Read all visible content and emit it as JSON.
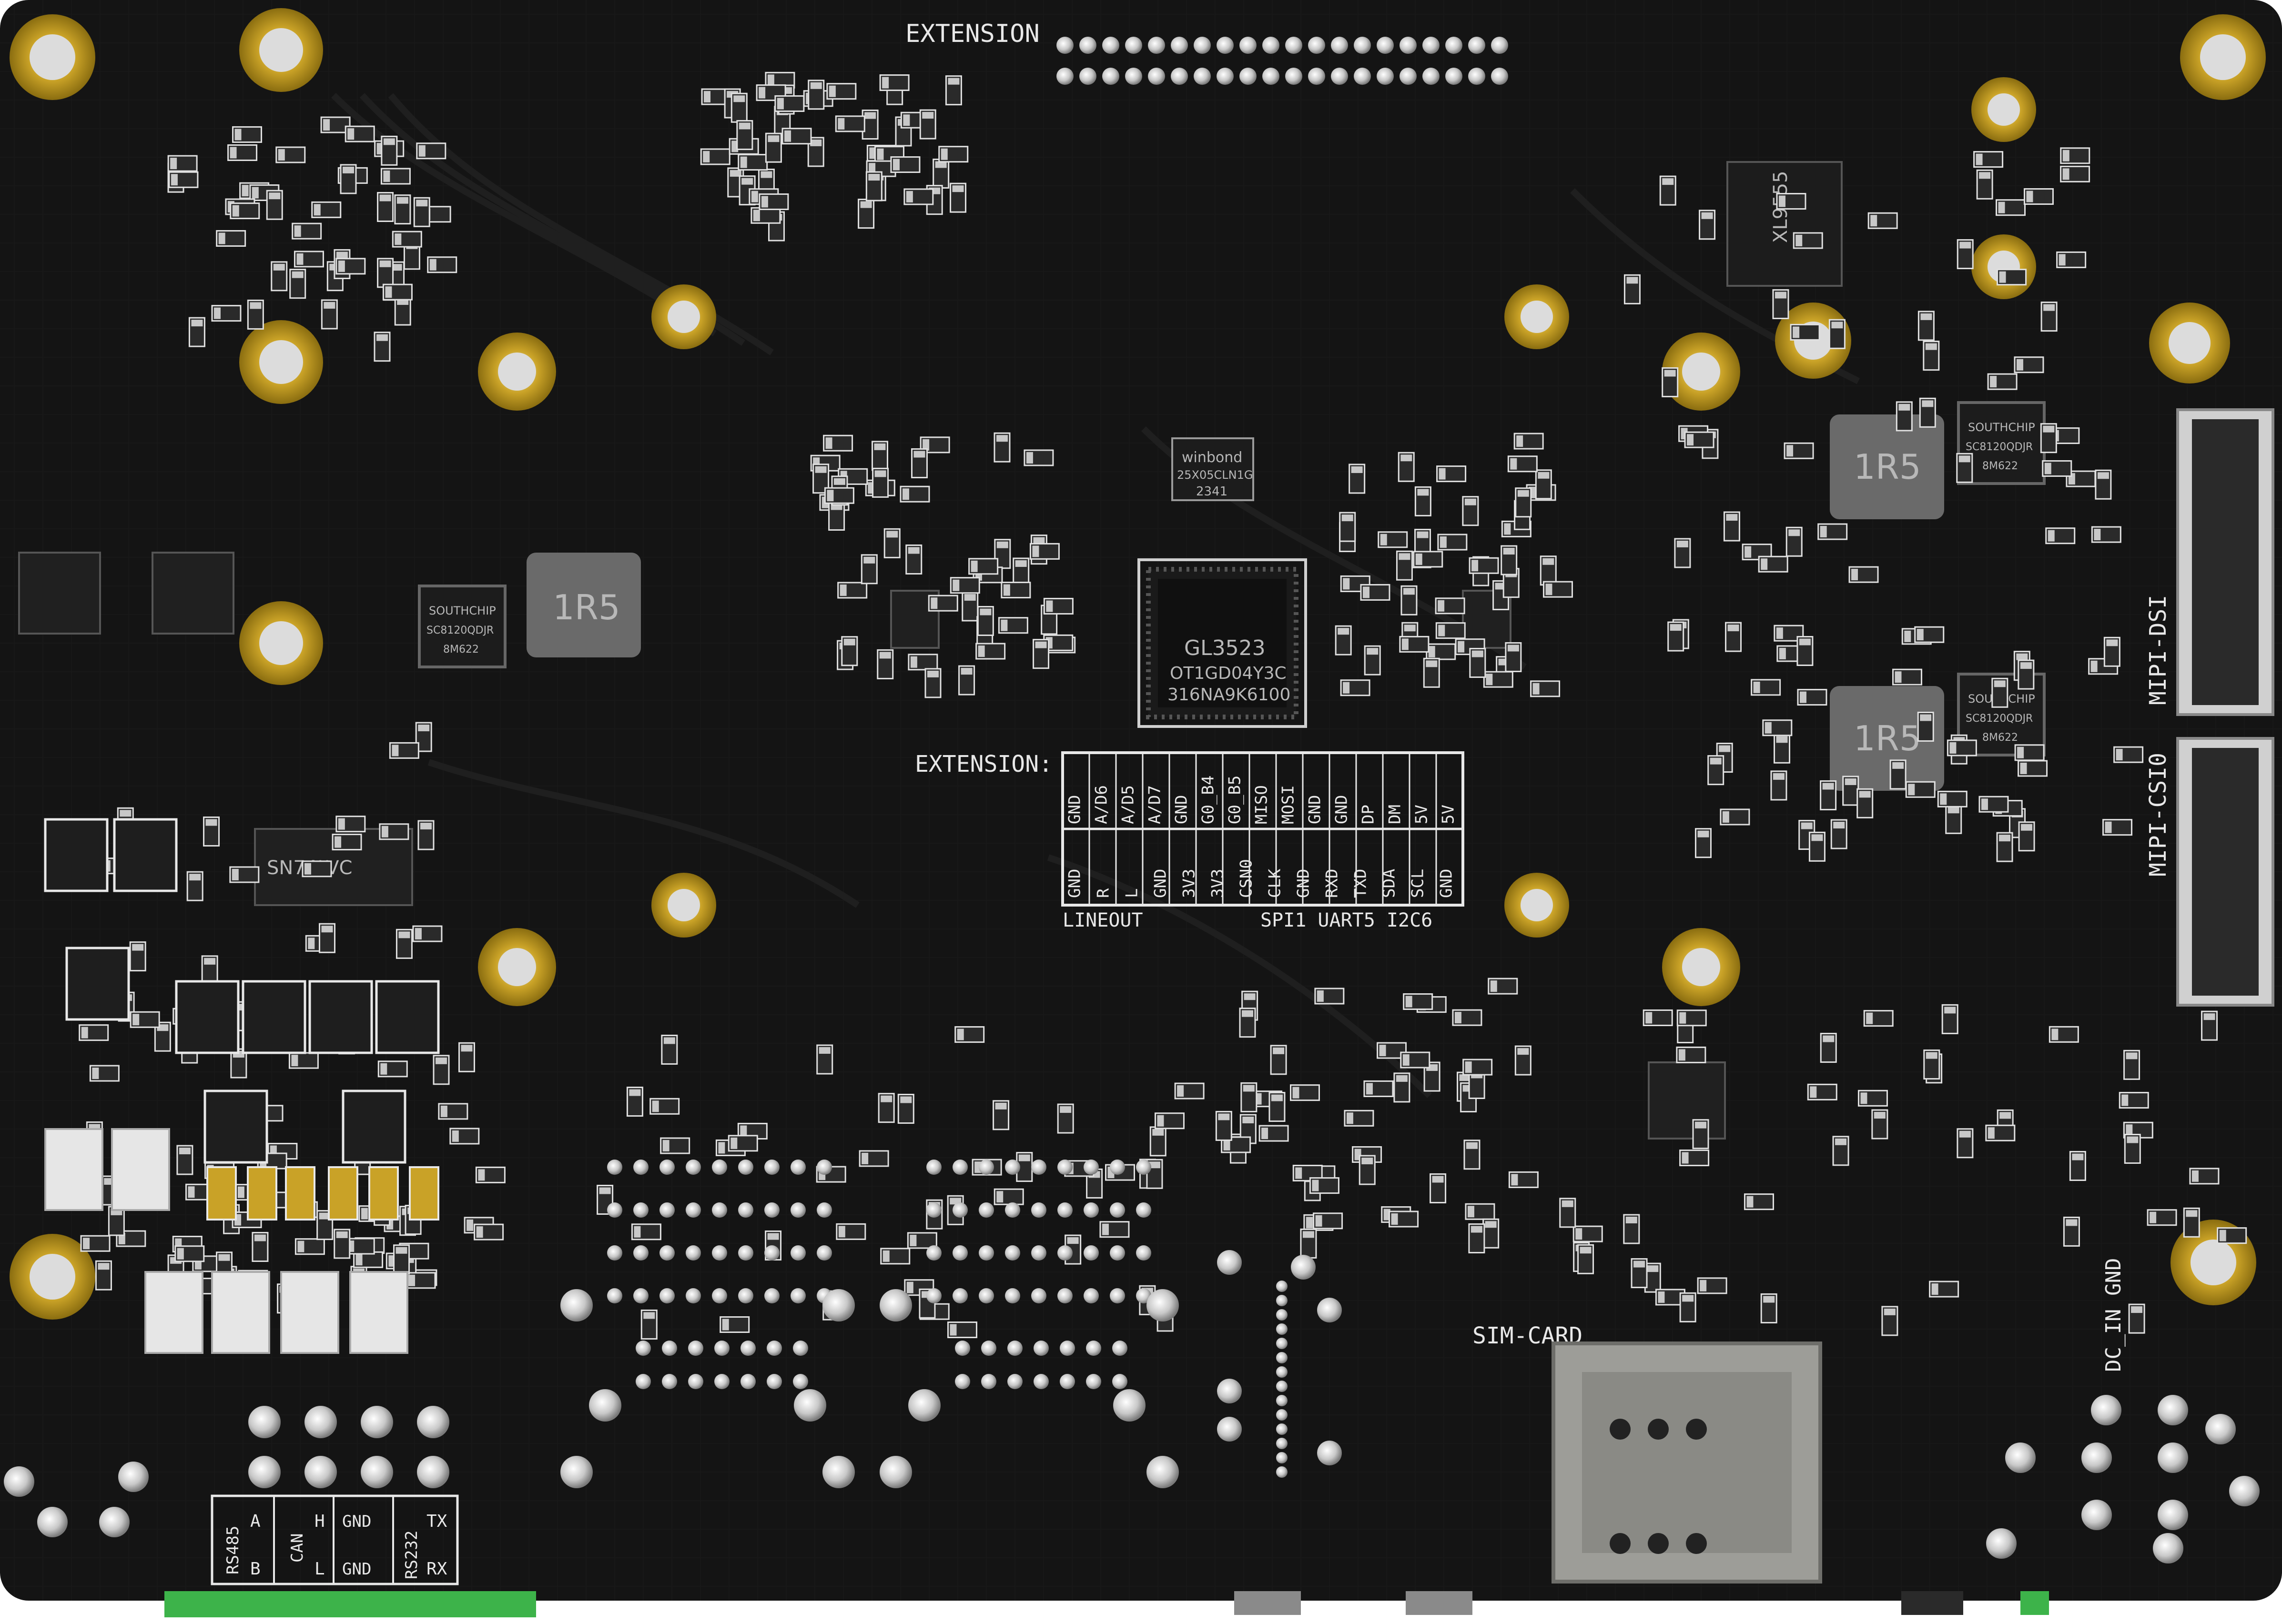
{
  "board": {
    "colors": {
      "pcb": "#141414",
      "trace": "#1d1d1d",
      "gold": "#c9a227",
      "silver": "#c8c8c8",
      "silk": "#e8e8e8",
      "terminal": "#3db34a"
    }
  },
  "silkscreen": {
    "extension_top": "EXTENSION",
    "extension_mid": "EXTENSION:",
    "mipi_dsi": "MIPI-DSI",
    "mipi_csi": "MIPI-CSI0",
    "sim_card": "SIM-CARD",
    "dc_in": "DC_IN",
    "gnd_dc": "GND",
    "lineout": "LINEOUT",
    "spi_uart_i2c": "SPI1 UART5 I2C6",
    "pin_row1": [
      "GND",
      "A/D6",
      "A/D5",
      "A/D7",
      "GND",
      "G0_B4",
      "G0_B5",
      "MISO",
      "MOSI",
      "GND",
      "GND",
      "DP",
      "DM",
      "5V",
      "5V"
    ],
    "pin_row2": [
      "GND",
      "R",
      "L",
      "GND",
      "3V3",
      "3V3",
      "CSN0",
      "CLK",
      "GND",
      "RXD",
      "TXD",
      "SDA",
      "SCL",
      "GND"
    ],
    "terminal_labels": [
      {
        "top": "A",
        "bottom": "B",
        "group": "RS485"
      },
      {
        "top": "H",
        "bottom": "L",
        "group": "CAN"
      },
      {
        "top": "GND",
        "bottom": "GND",
        "group": ""
      },
      {
        "top": "TX",
        "bottom": "RX",
        "group": "RS232"
      }
    ]
  },
  "chips": {
    "main_ic": [
      "GL3523",
      "OT1GD04Y3C",
      "316NA9K6100"
    ],
    "flash": [
      "winbond",
      "25X05CLN1G",
      "2341"
    ],
    "inductor": "1R5",
    "pmic": [
      "SOUTHCHIP",
      "SC8120QDJR",
      "8M622"
    ],
    "eth_phy": "XL9555",
    "buffer_ic": "SN74LVC"
  }
}
